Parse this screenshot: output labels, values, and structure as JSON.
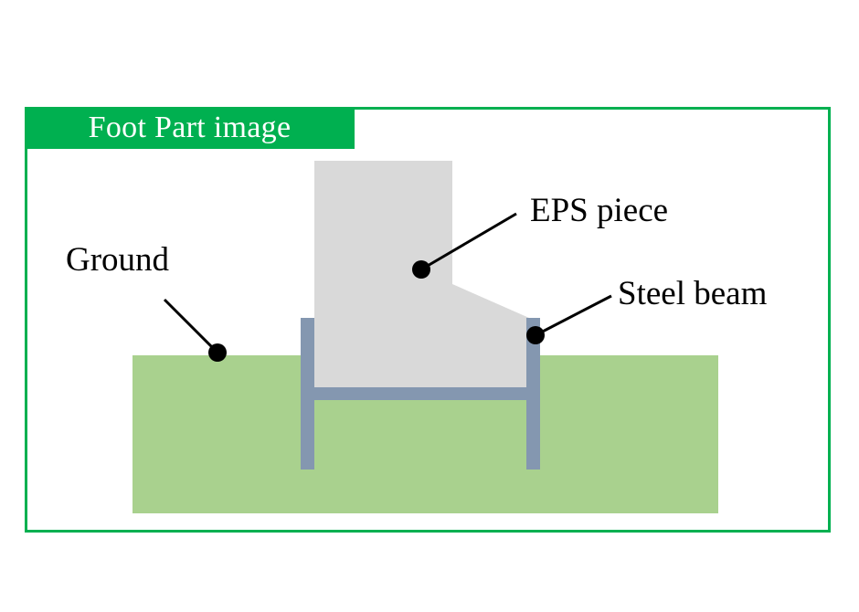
{
  "title": "Foot Part image",
  "labels": {
    "ground": "Ground",
    "eps_piece": "EPS piece",
    "steel_beam": "Steel beam"
  },
  "colors": {
    "frame": "#00b050",
    "title_background": "#00b050",
    "title_text": "#ffffff",
    "ground": "#a9d18e",
    "eps": "#d9d9d9",
    "steel": "#8497b0",
    "leader": "#000000"
  }
}
